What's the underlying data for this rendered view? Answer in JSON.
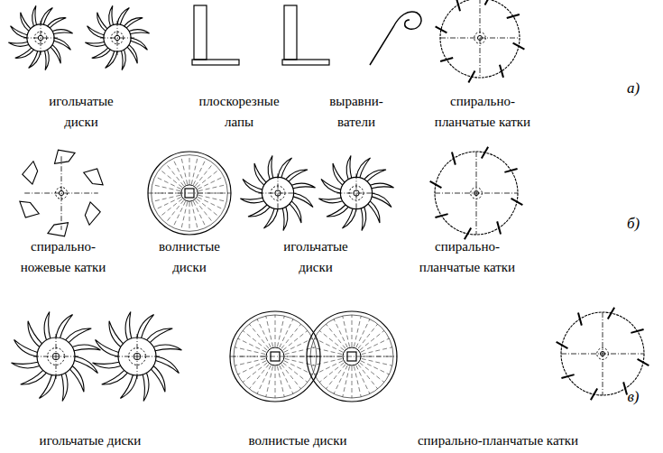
{
  "diagram": {
    "labels": [
      "игольчатые диски",
      "плоскорезные лапы",
      "выравни- ватели",
      "спирально- планчатые катки",
      "а)",
      "спирально- ножевые катки",
      "волнистые диски",
      "игольчатые диски",
      "спирально- планчатые катки",
      "б)",
      "игольчатые диски",
      "волнистые диски",
      "спирально-планчатые катки",
      "в)"
    ]
  }
}
